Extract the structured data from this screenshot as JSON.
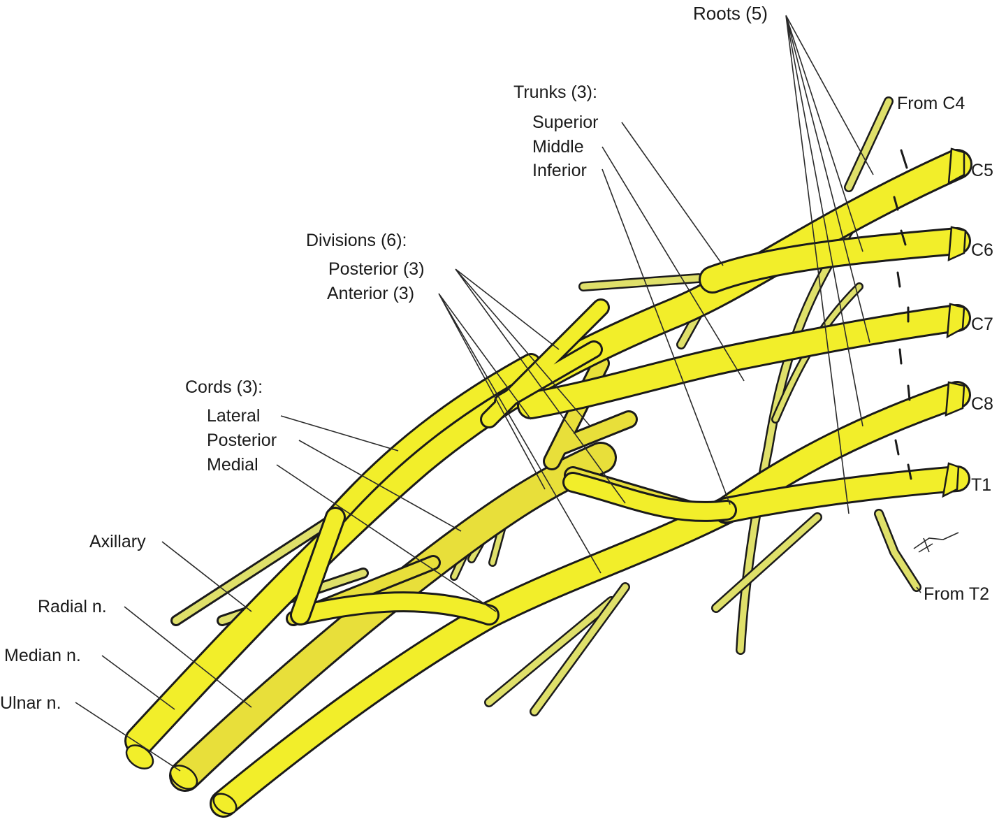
{
  "colors": {
    "nerve": "#f2ee2a",
    "nerve_posterior": "#e8df3a",
    "outline": "#1a1a1a",
    "leader": "#2a2a2a"
  },
  "labels": {
    "roots_heading": "Roots (5)",
    "trunks_heading": "Trunks (3):",
    "trunk_superior": "Superior",
    "trunk_middle": "Middle",
    "trunk_inferior": "Inferior",
    "divisions_heading": "Divisions (6):",
    "division_posterior": "Posterior (3)",
    "division_anterior": "Anterior (3)",
    "cords_heading": "Cords (3):",
    "cord_lateral": "Lateral",
    "cord_posterior": "Posterior",
    "cord_medial": "Medial",
    "axillary": "Axillary",
    "radial": "Radial n.",
    "median": "Median n.",
    "ulnar": "Ulnar n.",
    "from_c4": "From C4",
    "from_t2": "From T2",
    "root_c5": "C5",
    "root_c6": "C6",
    "root_c7": "C7",
    "root_c8": "C8",
    "root_t1": "T1"
  }
}
